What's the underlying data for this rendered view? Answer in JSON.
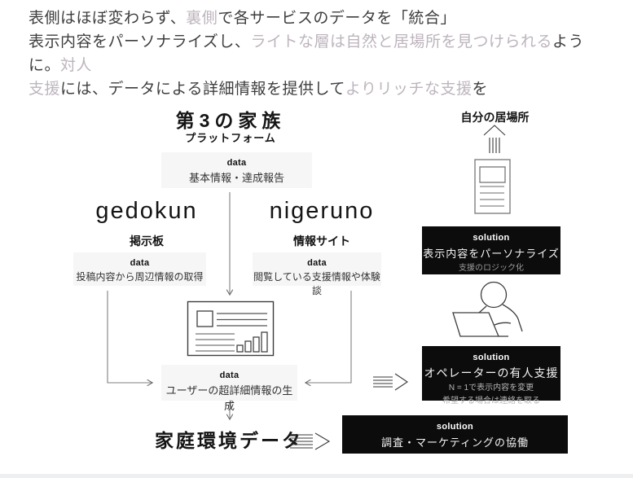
{
  "header": {
    "lines": [
      {
        "segments": [
          {
            "text": "表側はほぼ変わらず、"
          },
          {
            "text": "裏側"
          },
          {
            "text": "で各サービスのデータを「統合」"
          }
        ]
      },
      {
        "segments": [
          {
            "text": "表示内容をパーソナライズし、"
          },
          {
            "text": "ライトな層は自然と居場所を見つけられる"
          },
          {
            "text": "ように。"
          },
          {
            "text": "対人"
          }
        ]
      },
      {
        "segments": [
          {
            "text": "支援"
          },
          {
            "text": "には、データによる詳細情報を提供して"
          },
          {
            "text": "よりリッチな支援"
          },
          {
            "text": "を"
          }
        ]
      }
    ]
  },
  "platform": {
    "title": "第3の家族",
    "subtitle": "プラットフォーム"
  },
  "services": {
    "gedokun": {
      "name": "gedokun",
      "type": "掲示板"
    },
    "nigeruno": {
      "name": "nigeruno",
      "type": "情報サイト"
    }
  },
  "data_boxes": {
    "platform": {
      "label": "data",
      "text": "基本情報・達成報告"
    },
    "gedokun": {
      "label": "data",
      "text": "投稿内容から周辺情報の取得"
    },
    "nigeruno": {
      "label": "data",
      "text": "閲覧している支援情報や体験談"
    },
    "merged": {
      "label": "data",
      "text": "ユーザーの超詳細情報の生成"
    }
  },
  "right_column": {
    "place_title": "自分の居場所",
    "solutions": [
      {
        "label": "solution",
        "title": "表示内容をパーソナライズ",
        "notes": [
          "支援のロジック化"
        ]
      },
      {
        "label": "solution",
        "title": "オペレーターの有人支援",
        "notes": [
          "N = 1で表示内容を変更",
          "希望する場合は連絡を取る"
        ]
      },
      {
        "label": "solution",
        "title": "調査・マーケティングの協働",
        "notes": []
      }
    ]
  },
  "bottom": {
    "title": "家庭環境データ"
  },
  "colors": {
    "text_dark": "#3e3e3e",
    "text_muted": "#bdb5bd",
    "data_box_bg": "#f6f6f6",
    "solution_box_bg": "#0c0c0c",
    "line": "#808080"
  }
}
